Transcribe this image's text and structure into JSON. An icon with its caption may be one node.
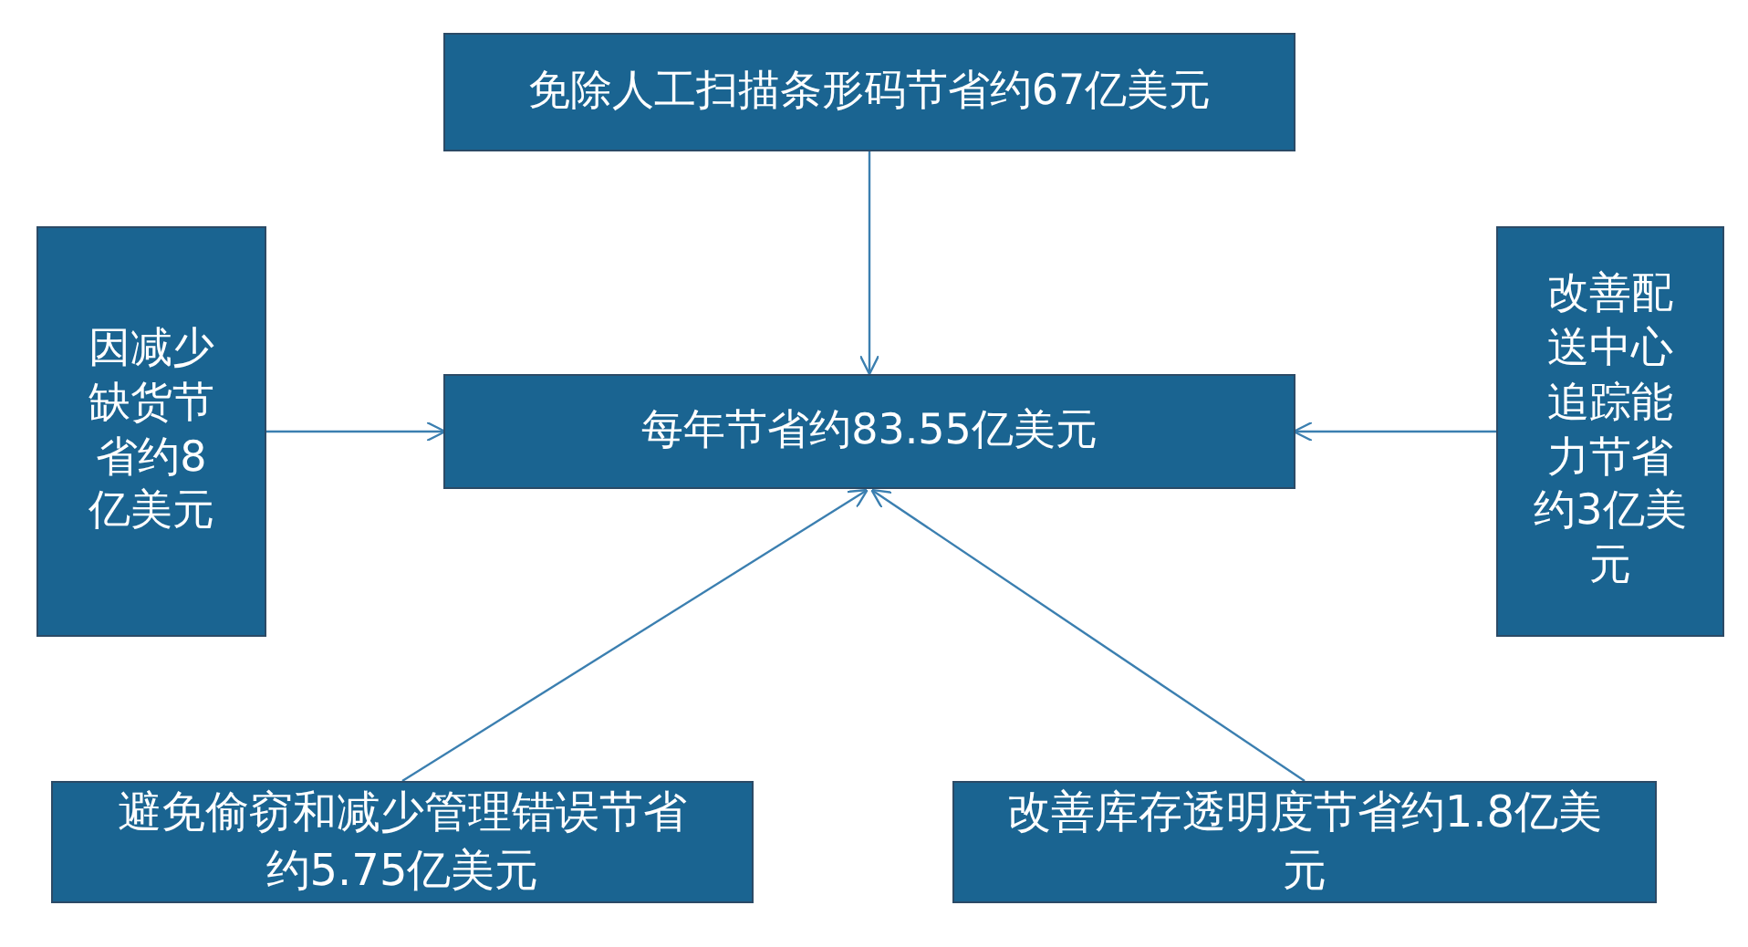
{
  "diagram": {
    "nodes": [
      {
        "text": [
          "免除人工扫描条形码节省约67亿美元"
        ]
      },
      {
        "text": [
          "因减少缺货节省约8亿美元"
        ]
      },
      {
        "text": [
          "每年节省约83.55亿美元"
        ]
      },
      {
        "text": [
          "改善配送中心追踪能力节省约3亿美元"
        ]
      },
      {
        "text": [
          "避免偷窃和减少管理错误节省约5.75亿美元"
        ]
      },
      {
        "text": [
          "改善库存透明度节省约1.8亿美元"
        ]
      }
    ],
    "edges": [
      {
        "from": 0,
        "to": 2,
        "arrow": "to"
      },
      {
        "from": 1,
        "to": 2,
        "arrow": "to"
      },
      {
        "from": 3,
        "to": 2,
        "arrow": "to"
      },
      {
        "from": 4,
        "to": 2,
        "arrow": "to"
      },
      {
        "from": 5,
        "to": 2,
        "arrow": "to"
      }
    ]
  }
}
